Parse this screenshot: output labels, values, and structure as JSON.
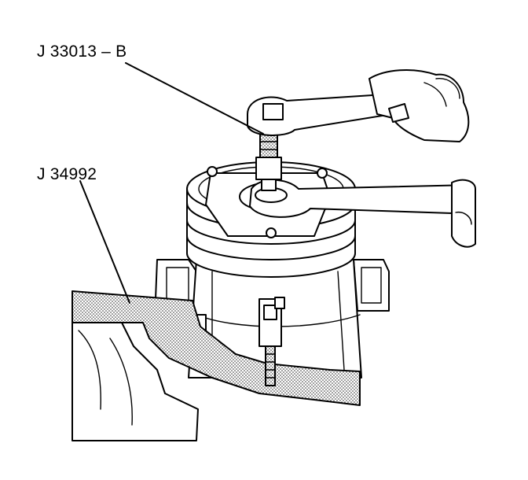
{
  "figure": {
    "callouts": [
      {
        "id": "tool-1",
        "text": "J 33013 – B"
      },
      {
        "id": "tool-2",
        "text": "J 34992"
      }
    ]
  }
}
